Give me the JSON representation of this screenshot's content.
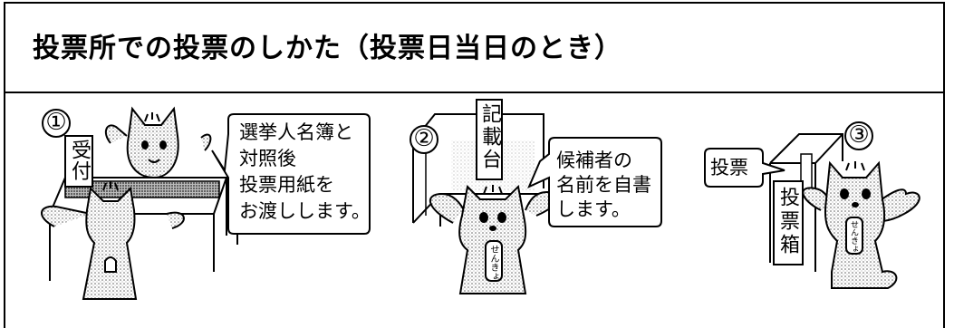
{
  "title": "投票所での投票のしかた（投票日当日のとき）",
  "steps": [
    {
      "number": "①",
      "desk_sign": "受付",
      "speech": [
        "選挙人名簿と",
        "対照後",
        "投票用紙を",
        "お渡しします。"
      ]
    },
    {
      "number": "②",
      "booth_sign": "記載台",
      "speech": [
        "候補者の",
        "名前を自書",
        "します。"
      ],
      "sash": "せんきょ"
    },
    {
      "number": "③",
      "speech": [
        "投票"
      ],
      "box_sign": "投票箱",
      "sash": "せんきょ"
    }
  ]
}
